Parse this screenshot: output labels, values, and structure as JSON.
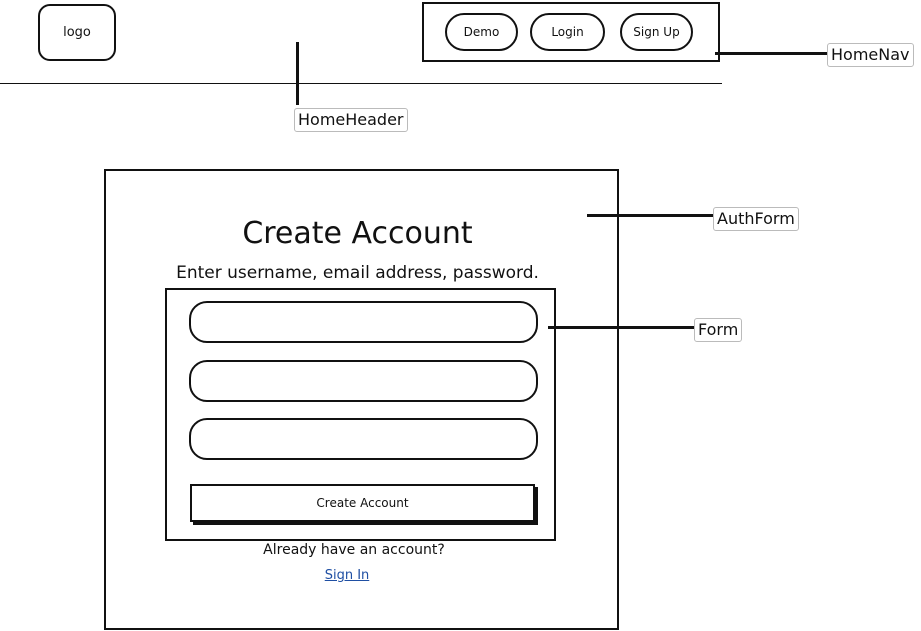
{
  "header": {
    "logo_text": "logo",
    "label": "HomeHeader"
  },
  "nav": {
    "label": "HomeNav",
    "buttons": [
      {
        "label": "Demo"
      },
      {
        "label": "Login"
      },
      {
        "label": "Sign Up"
      }
    ]
  },
  "auth_form": {
    "label": "AuthForm",
    "title": "Create Account",
    "subtitle": "Enter username, email address, password.",
    "form": {
      "label": "Form",
      "fields": [
        {
          "value": "",
          "placeholder": ""
        },
        {
          "value": "",
          "placeholder": ""
        },
        {
          "value": "",
          "placeholder": ""
        }
      ],
      "submit_label": "Create Account"
    },
    "already_text": "Already have an account?",
    "signin_label": "Sign In"
  },
  "colors": {
    "stroke": "#111111",
    "link": "#1f4fa3"
  }
}
